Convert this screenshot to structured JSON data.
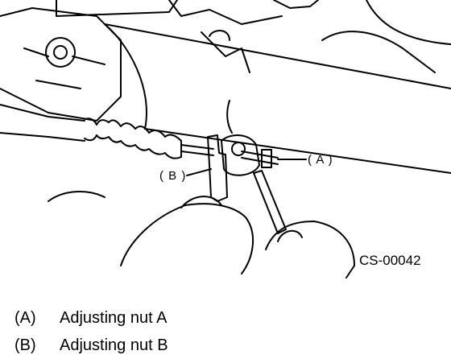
{
  "figure": {
    "code": "CS-00042",
    "callouts": [
      {
        "key": "A",
        "text": "( A )"
      },
      {
        "key": "B",
        "text": "( B )"
      }
    ]
  },
  "legend": [
    {
      "key": "(A)",
      "label": "Adjusting nut A"
    },
    {
      "key": "(B)",
      "label": "Adjusting nut B"
    }
  ],
  "colors": {
    "ink": "#000000",
    "paper": "#ffffff"
  }
}
